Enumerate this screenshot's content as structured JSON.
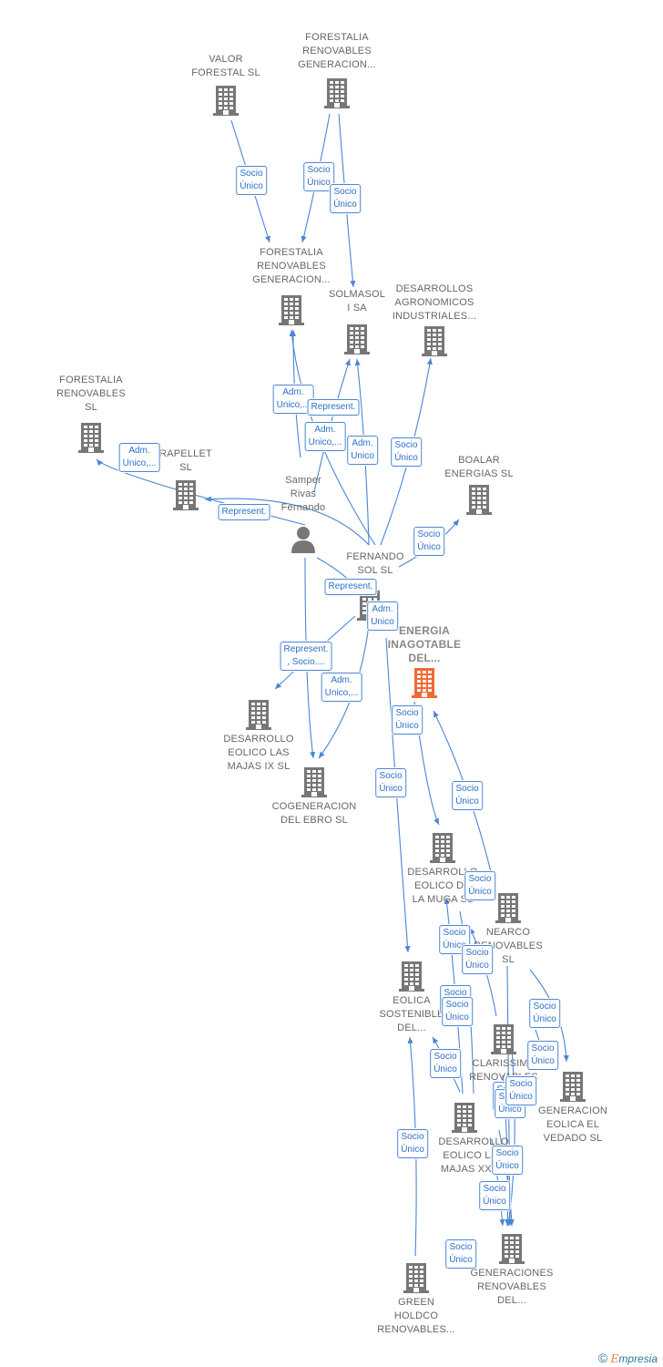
{
  "colors": {
    "edge": "#4a86d6",
    "company": "#777777",
    "focus": "#f06a35",
    "label": "#2d6fc7"
  },
  "nodes": [
    {
      "id": "valor",
      "type": "company",
      "label": "VALOR\nFORESTAL SL"
    },
    {
      "id": "frgen1",
      "type": "company",
      "label": "FORESTALIA\nRENOVABLES\nGENERACION..."
    },
    {
      "id": "frgen2",
      "type": "company",
      "label": "FORESTALIA\nRENOVABLES\nGENERACION..."
    },
    {
      "id": "solmasol",
      "type": "company",
      "label": "SOLMASOL\nI SA"
    },
    {
      "id": "desagro",
      "type": "company",
      "label": "DESARROLLOS\nAGRONOMICOS\nINDUSTRIALES..."
    },
    {
      "id": "frsl",
      "type": "company",
      "label": "FORESTALIA\nRENOVABLES\nSL"
    },
    {
      "id": "rapellet",
      "type": "company",
      "label": "RAPELLET\nSL"
    },
    {
      "id": "samper",
      "type": "person",
      "label": "Samper\nRivas\nFernando"
    },
    {
      "id": "boalar",
      "type": "company",
      "label": "BOALAR\nENERGIAS  SL"
    },
    {
      "id": "fsol",
      "type": "company",
      "label": "FERNANDO\nSOL SL"
    },
    {
      "id": "energia",
      "type": "focus",
      "label": "ENERGIA\nINAGOTABLE\nDEL..."
    },
    {
      "id": "majas9",
      "type": "company",
      "label": "DESARROLLO\nEOLICO LAS\nMAJAS IX  SL"
    },
    {
      "id": "cogen",
      "type": "company",
      "label": "COGENERACION\nDEL EBRO  SL"
    },
    {
      "id": "muga",
      "type": "company",
      "label": "DESARROLLO\nEOLICO DE\nLA MUGA SL"
    },
    {
      "id": "nearco",
      "type": "company",
      "label": "NEARCO\nRENOVABLES\nSL"
    },
    {
      "id": "eolsost",
      "type": "company",
      "label": "EOLICA\nSOSTENIBLE\nDEL..."
    },
    {
      "id": "clarissima",
      "type": "company",
      "label": "CLARISSIMA\nRENOVABLES"
    },
    {
      "id": "vedado",
      "type": "company",
      "label": "GENERACION\nEOLICA EL\nVEDADO SL"
    },
    {
      "id": "majasxx",
      "type": "company",
      "label": "DESARROLLO\nEOLICO LAS\nMAJAS XXV..."
    },
    {
      "id": "genren",
      "type": "company",
      "label": "GENERACIONES\nRENOVABLES\nDEL..."
    },
    {
      "id": "green",
      "type": "company",
      "label": "GREEN\nHOLDCO\nRENOVABLES..."
    }
  ],
  "relations": [
    "Socio\nÚnico",
    "Socio\nÚnico",
    "Socio\nÚnico",
    "Adm.\nUnico,...",
    "Represent.",
    "Adm.\nUnico,...",
    "Adm.\nUnico",
    "Socio\nÚnico",
    "Adm.\nUnico,...",
    "Represent.",
    "Socio\nÚnico",
    "Represent.",
    "Adm.\nUnico",
    "Represent.\n, Socio....",
    "Adm.\nUnico,...",
    "Socio\nÚnico",
    "Socio\nÚnico",
    "Socio\nÚnico",
    "Socio\nÚnico",
    "Socio\nÚnico",
    "Socio\nÚnico",
    "Socio\nÚnico",
    "Socio\nÚnico",
    "Socio\nÚnico",
    "Socio\nÚnico",
    "Socio\nÚnico",
    "Socio\nÚnico",
    "Socio\nÚnico",
    "Socio\nÚnico",
    "Socio\nÚnico",
    "Socio\nÚnico",
    "Socio\nÚnico",
    "Socio\nÚnico"
  ],
  "footer": {
    "copyright": "©",
    "brand_initial": "E",
    "brand_rest": "mpresia"
  }
}
